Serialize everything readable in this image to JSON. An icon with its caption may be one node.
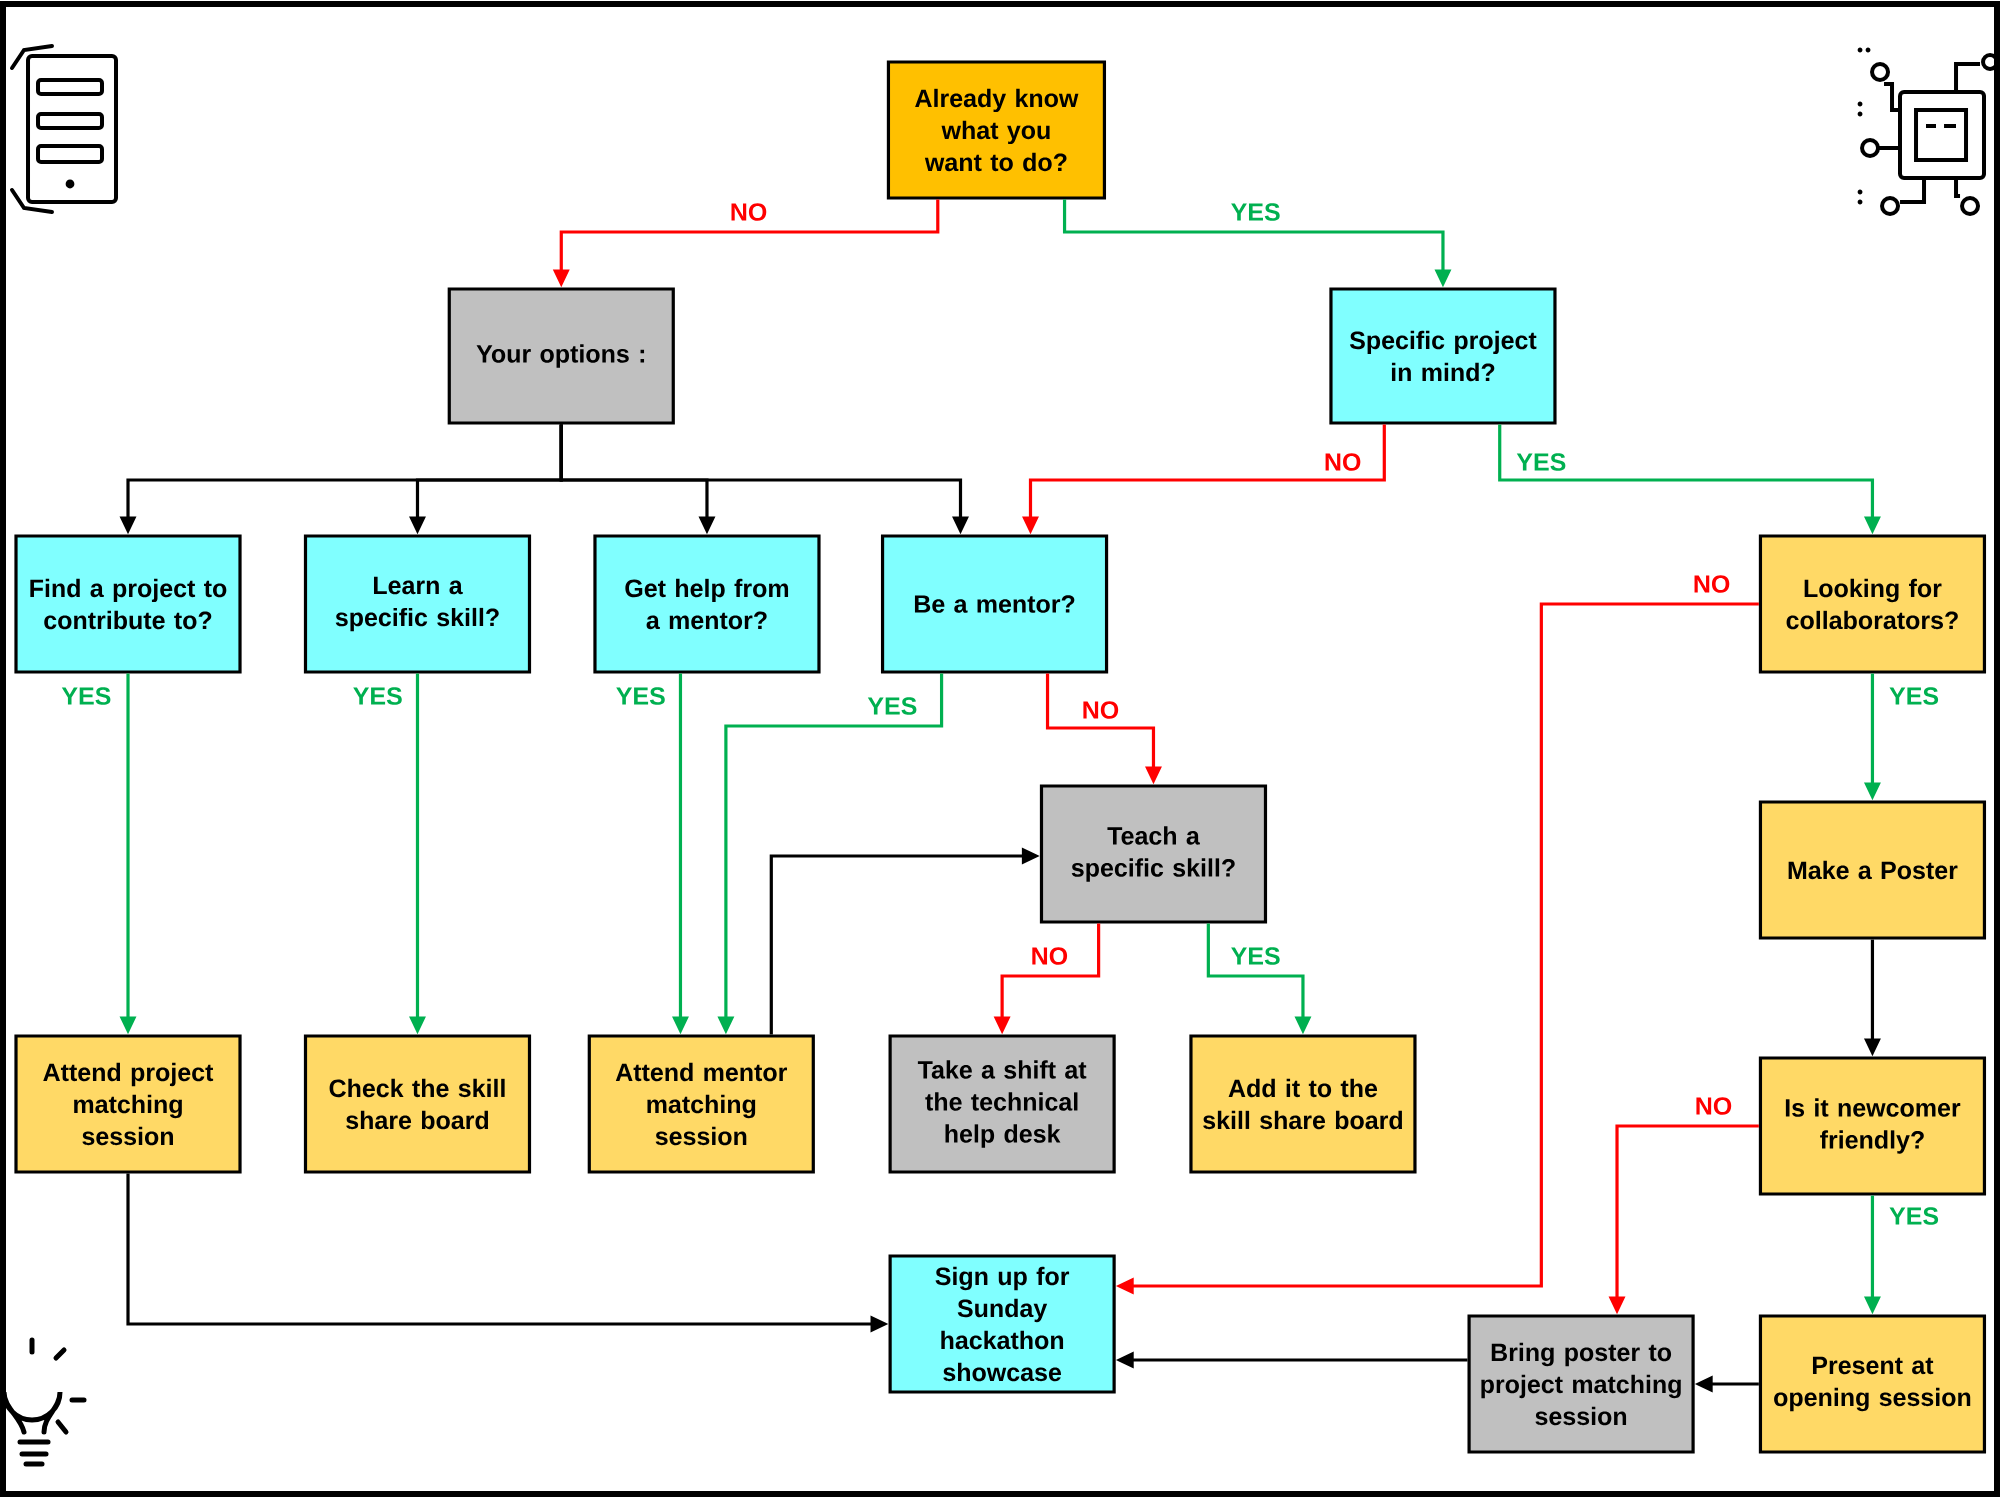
{
  "diagram": {
    "nodes": [
      {
        "text": [
          "Already know what you want to do?"
        ]
      },
      {
        "text": [
          "Your options :"
        ]
      },
      {
        "text": [
          "Specific project in mind?"
        ]
      },
      {
        "text": [
          "Find a project to contribute to?"
        ]
      },
      {
        "text": [
          "Learn a specific skill?"
        ]
      },
      {
        "text": [
          "Get help from a mentor?"
        ]
      },
      {
        "text": [
          "Be a mentor?"
        ]
      },
      {
        "text": [
          "Looking for collaborators?"
        ]
      },
      {
        "text": [
          "Teach a specific skill?"
        ]
      },
      {
        "text": [
          "Make a Poster"
        ]
      },
      {
        "text": [
          "Attend project matching session"
        ]
      },
      {
        "text": [
          "Check the skill share board"
        ]
      },
      {
        "text": [
          "Attend mentor matching session"
        ]
      },
      {
        "text": [
          "Take a shift at the technical help desk"
        ]
      },
      {
        "text": [
          "Add it to the skill share board"
        ]
      },
      {
        "text": [
          "Is it newcomer friendly?"
        ]
      },
      {
        "text": [
          "Sign up for Sunday hackathon showcase"
        ]
      },
      {
        "text": [
          "Bring poster to project matching session"
        ]
      },
      {
        "text": [
          "Present at opening session"
        ]
      }
    ],
    "edges": [
      {
        "from": 0,
        "to": 1,
        "arrow": "to",
        "label": "NO",
        "color": "#ff0000"
      },
      {
        "from": 0,
        "to": 2,
        "arrow": "to",
        "label": "YES",
        "color": "#00b050"
      },
      {
        "from": 1,
        "to": 3,
        "arrow": "to",
        "color": "#000000"
      },
      {
        "from": 1,
        "to": 4,
        "arrow": "to",
        "color": "#000000"
      },
      {
        "from": 1,
        "to": 5,
        "arrow": "to",
        "color": "#000000"
      },
      {
        "from": 1,
        "to": 6,
        "arrow": "to",
        "color": "#000000"
      },
      {
        "from": 2,
        "to": 6,
        "arrow": "to",
        "label": "NO",
        "color": "#ff0000"
      },
      {
        "from": 2,
        "to": 7,
        "arrow": "to",
        "label": "YES",
        "color": "#00b050"
      },
      {
        "from": 3,
        "to": 10,
        "arrow": "to",
        "label": "YES",
        "color": "#00b050"
      },
      {
        "from": 4,
        "to": 11,
        "arrow": "to",
        "label": "YES",
        "color": "#00b050"
      },
      {
        "from": 5,
        "to": 12,
        "arrow": "to",
        "label": "YES",
        "color": "#00b050"
      },
      {
        "from": 6,
        "to": 12,
        "arrow": "to",
        "label": "YES",
        "color": "#00b050"
      },
      {
        "from": 6,
        "to": 8,
        "arrow": "to",
        "label": "NO",
        "color": "#ff0000"
      },
      {
        "from": 7,
        "to": 16,
        "arrow": "to",
        "label": "NO",
        "color": "#ff0000"
      },
      {
        "from": 7,
        "to": 9,
        "arrow": "to",
        "label": "YES",
        "color": "#00b050"
      },
      {
        "from": 8,
        "to": 13,
        "arrow": "to",
        "label": "NO",
        "color": "#ff0000"
      },
      {
        "from": 8,
        "to": 14,
        "arrow": "to",
        "label": "YES",
        "color": "#00b050"
      },
      {
        "from": 9,
        "to": 15,
        "arrow": "to",
        "color": "#000000"
      },
      {
        "from": 10,
        "to": 16,
        "arrow": "to",
        "color": "#000000"
      },
      {
        "from": 12,
        "to": 8,
        "arrow": "to",
        "color": "#000000"
      },
      {
        "from": 15,
        "to": 17,
        "arrow": "to",
        "label": "NO",
        "color": "#ff0000"
      },
      {
        "from": 15,
        "to": 18,
        "arrow": "to",
        "label": "YES",
        "color": "#00b050"
      },
      {
        "from": 17,
        "to": 16,
        "arrow": "to",
        "color": "#000000"
      },
      {
        "from": 18,
        "to": 17,
        "arrow": "to",
        "color": "#000000"
      }
    ]
  }
}
